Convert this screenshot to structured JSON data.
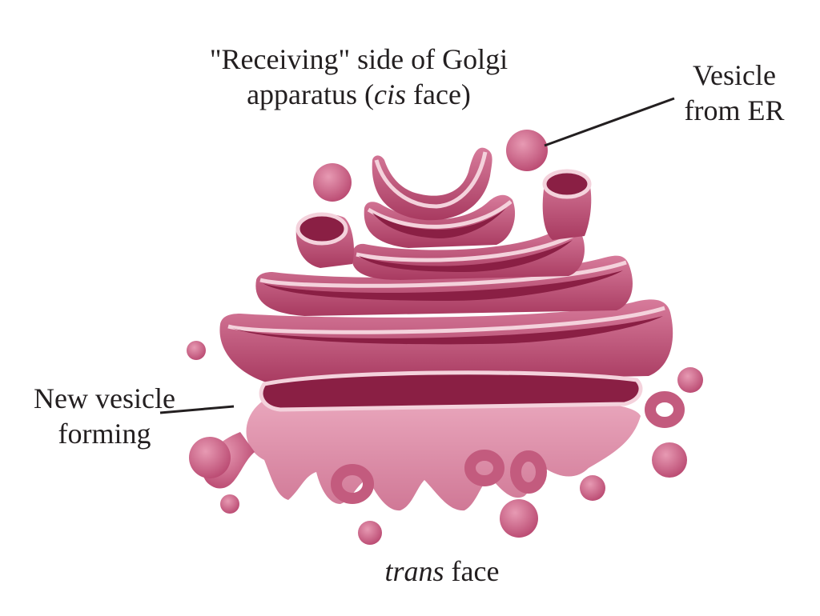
{
  "labels": {
    "cis_line1": "\"Receiving\" side of Golgi",
    "cis_line2_pre": "apparatus (",
    "cis_line2_em": "cis",
    "cis_line2_post": " face)",
    "vesicle_line1": "Vesicle",
    "vesicle_line2": "from ER",
    "new_vesicle_line1": "New vesicle",
    "new_vesicle_line2": "forming",
    "trans_em": "trans",
    "trans_post": " face"
  },
  "colors": {
    "cisterna_outer": "#c35b7e",
    "cisterna_dark": "#8a1f44",
    "cisterna_light": "#e39ab3",
    "rim": "#f4d2dc",
    "vesicle": "#cc6a8c",
    "leader_line": "#231f20"
  }
}
